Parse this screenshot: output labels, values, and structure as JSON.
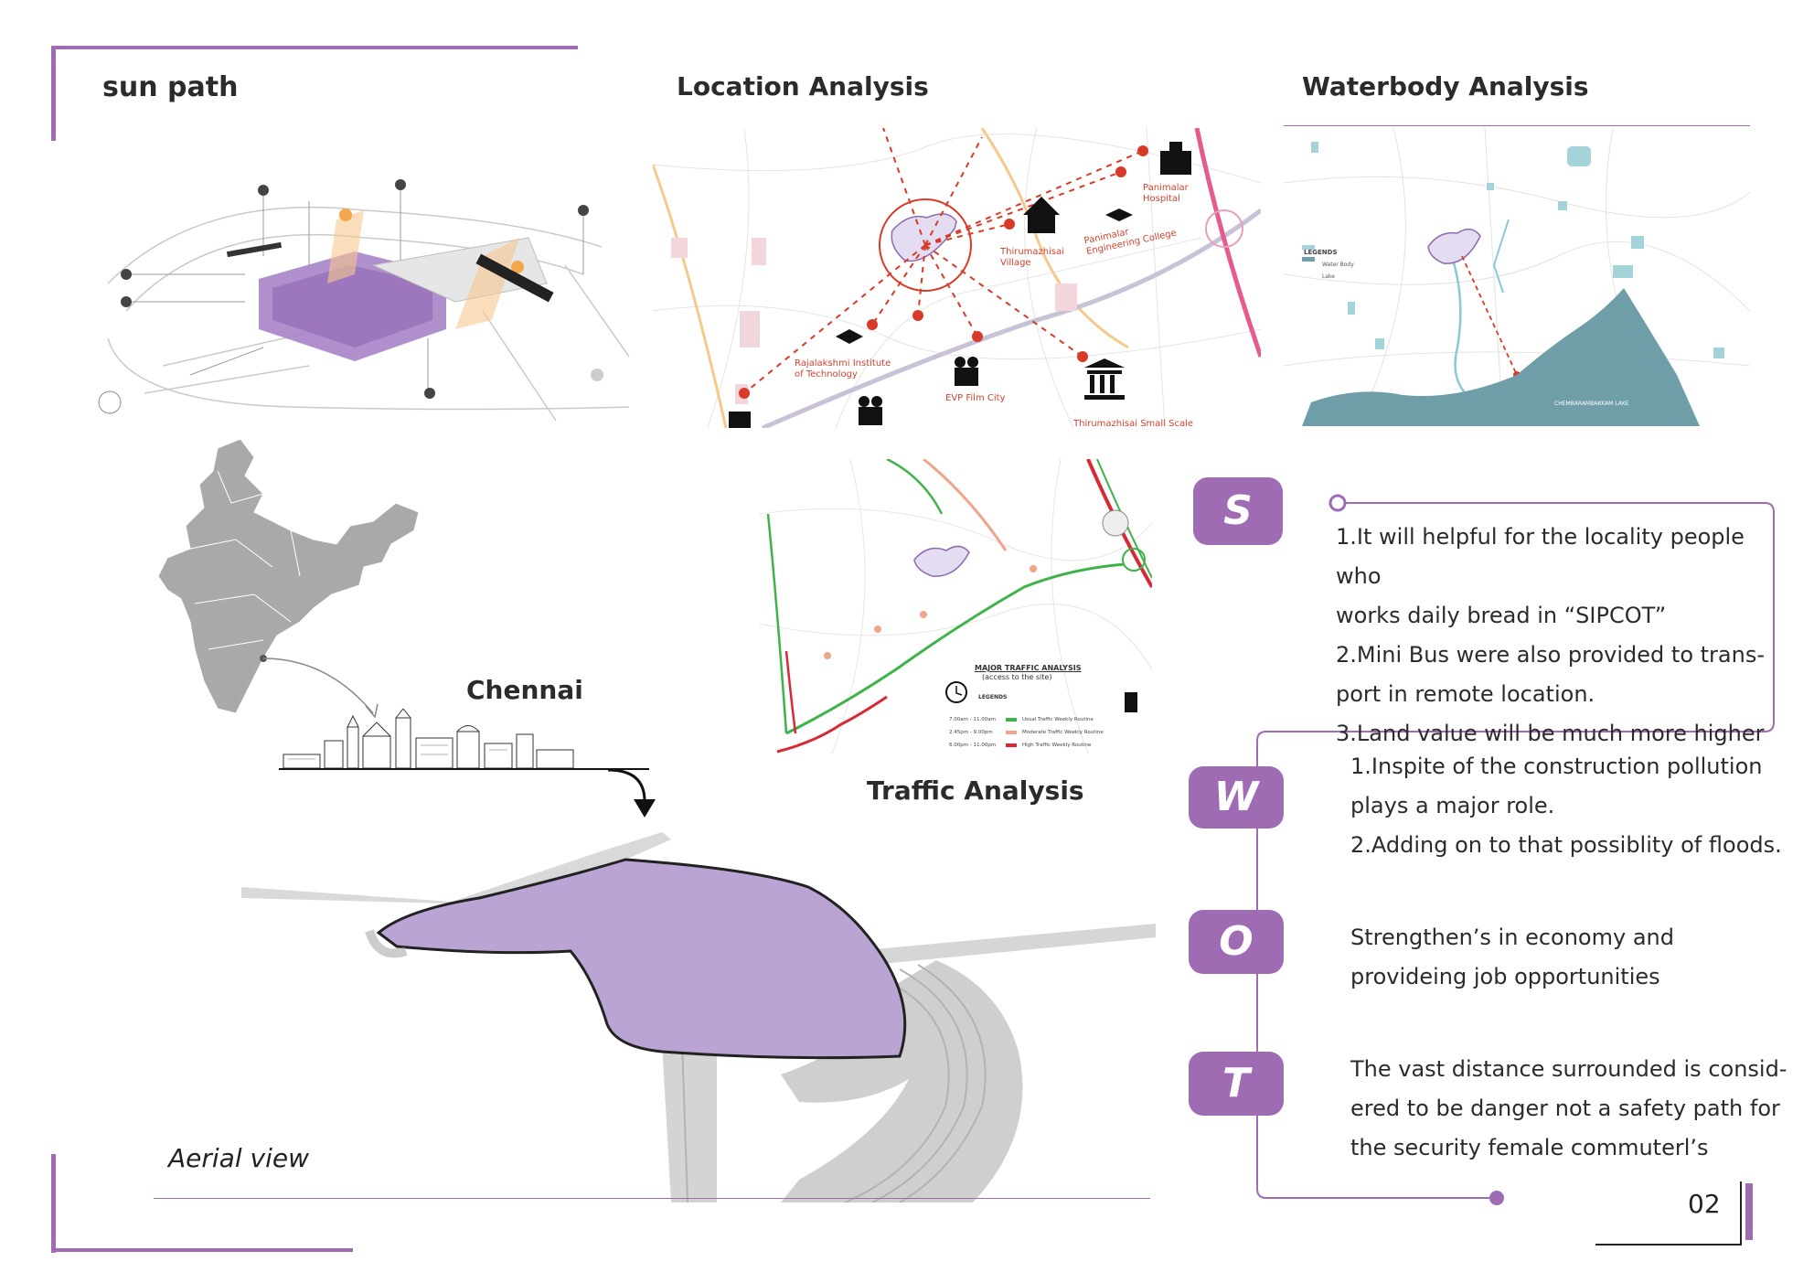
{
  "headings": {
    "sun_path": "sun path",
    "location": "Location Analysis",
    "waterbody": "Waterbody Analysis",
    "traffic": "Traffic Analysis",
    "chennai": "Chennai",
    "aerial": "Aerial view"
  },
  "location_map": {
    "labels": {
      "hospital": "Panimalar Hospital",
      "engineering": "Panimalar Engineering College",
      "village": "Thirumazhisai Village",
      "rajalakshmi": "Rajalakshmi Institute of Technology",
      "film": "EVP Film City",
      "small_scale": "Thirumazhisai Small Scale"
    }
  },
  "waterbody_map": {
    "legend_title": "LEGENDS",
    "legend_items": [
      "Water Body",
      "Lake"
    ],
    "lake_label": "CHEMBARAMBAKKAM LAKE"
  },
  "traffic_map": {
    "title": "MAJOR TRAFFIC ANALYSIS",
    "subtitle": "(access to the site)",
    "legend_title": "LEGENDS",
    "legend_rows": [
      {
        "time": "7.00am - 11.00am",
        "label": "Usual Traffic Weekly Routine",
        "color": "#3db34a"
      },
      {
        "time": "2.45pm - 9.00pm",
        "label": "Moderate Traffic Weekly Routine",
        "color": "#f0a48a"
      },
      {
        "time": "6.00pm - 11.00pm",
        "label": "High Traffic Weekly Routine",
        "color": "#d62b35"
      }
    ]
  },
  "swot": {
    "s": {
      "letter": "S",
      "lines": [
        "1.It will helpful for the locality people who",
        "works daily bread in “SIPCOT”",
        "2.Mini Bus were also provided to trans-",
        "port in remote location.",
        "3.Land value will be much more higher"
      ]
    },
    "w": {
      "letter": "W",
      "lines": [
        "1.Inspite of the construction pollution",
        "plays a major role.",
        "2.Adding on to that possiblity of floods."
      ]
    },
    "o": {
      "letter": "O",
      "lines": [
        "Strengthen’s in economy and",
        "provideing job opportunities"
      ]
    },
    "t": {
      "letter": "T",
      "lines": [
        "The vast distance surrounded is consid-",
        "ered to be danger not a safety path for",
        "the security female commuterl’s"
      ]
    }
  },
  "page_number": "02",
  "colors": {
    "accent": "#9f6bb3",
    "site": "#b9a4d4",
    "route": "#d83a2a"
  }
}
